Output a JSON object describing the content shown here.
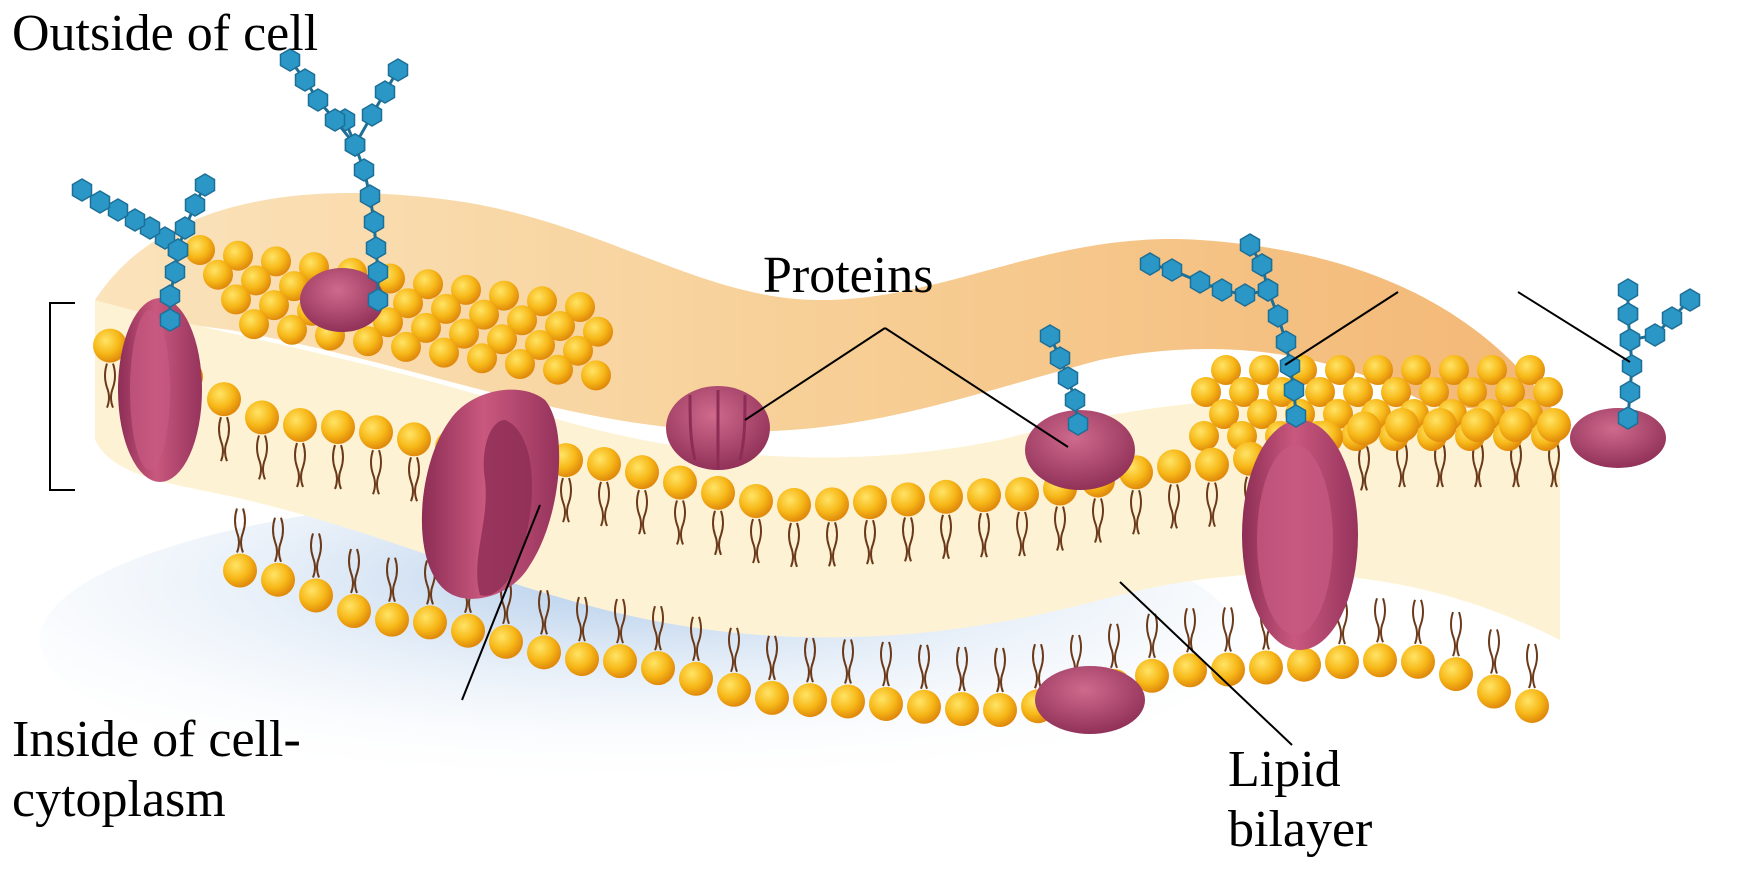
{
  "labels": {
    "outside": "Outside of cell",
    "proteins": "Proteins",
    "inside_line1": "Inside of cell-",
    "inside_line2": "cytoplasm",
    "lipid_line1": "Lipid",
    "lipid_line2": "bilayer"
  },
  "colors": {
    "membrane_surface": "#f6c98e",
    "membrane_core": "#fdf3d4",
    "phospholipid_head": "#f7b818",
    "phospholipid_highlight": "#ffe466",
    "lipid_tail": "#6b3a1a",
    "protein": "#b8436e",
    "protein_shade": "#8d2d55",
    "carbohydrate_chain": "#2a97c7",
    "cytoplasm_shadow": "#aac8e8",
    "leader_line": "#000000"
  },
  "icons": {
    "protein": "membrane-protein-shape",
    "carbohydrate": "glycoprotein-chain",
    "phospholipid": "phospholipid-molecule"
  }
}
